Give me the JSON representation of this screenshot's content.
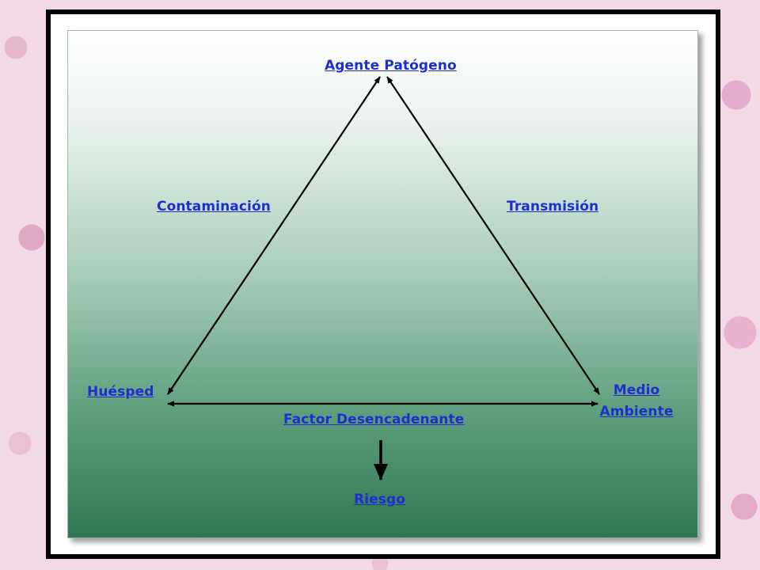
{
  "diagram": {
    "nodes": {
      "agent": "Agente Patógeno",
      "host": "Huésped",
      "environment_line1": "Medio",
      "environment_line2": "Ambiente",
      "risk": "Riesgo"
    },
    "edges": {
      "host_agent": "Contaminación",
      "agent_environment": "Transmisión",
      "host_environment": "Factor Desencadenante"
    },
    "colors": {
      "label": "#1f2fcf",
      "arrow": "#000000",
      "panel_top": "#ffffff",
      "panel_bottom": "#2f7752"
    }
  }
}
